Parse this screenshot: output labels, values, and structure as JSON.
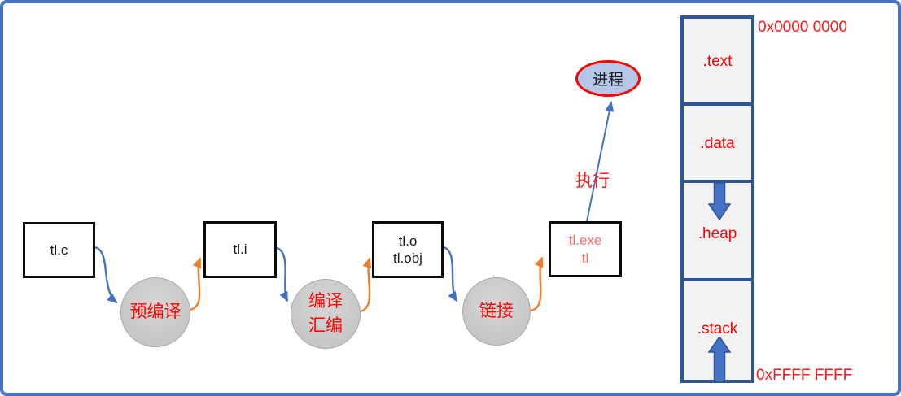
{
  "flow": {
    "files": [
      {
        "line1": "tl.c",
        "line2": ""
      },
      {
        "line1": "tl.i",
        "line2": ""
      },
      {
        "line1": "tl.o",
        "line2": "tl.obj"
      },
      {
        "line1": "tl.exe",
        "line2": "tl"
      }
    ],
    "stages": [
      {
        "line1": "预编译",
        "line2": ""
      },
      {
        "line1": "编译",
        "line2": "汇编"
      },
      {
        "line1": "链接",
        "line2": ""
      }
    ],
    "execute_label": "执行",
    "process_label": "进程"
  },
  "memory": {
    "sections": [
      {
        "label": ".text"
      },
      {
        "label": ".data"
      },
      {
        "label": ".heap"
      },
      {
        "label": ".stack"
      }
    ],
    "address_top": "0x0000 0000",
    "address_bottom": "0xFFFF FFFF"
  },
  "colors": {
    "accent_blue": "#4472C4",
    "dark_blue": "#2E5597",
    "orange": "#ED7D31",
    "red": "#FF0000",
    "salmon_text": "#FF6D6D",
    "circle_gray": "#C9C9C9",
    "process_fill": "#B4C7E7",
    "section_fill": "#F2F2F2"
  }
}
